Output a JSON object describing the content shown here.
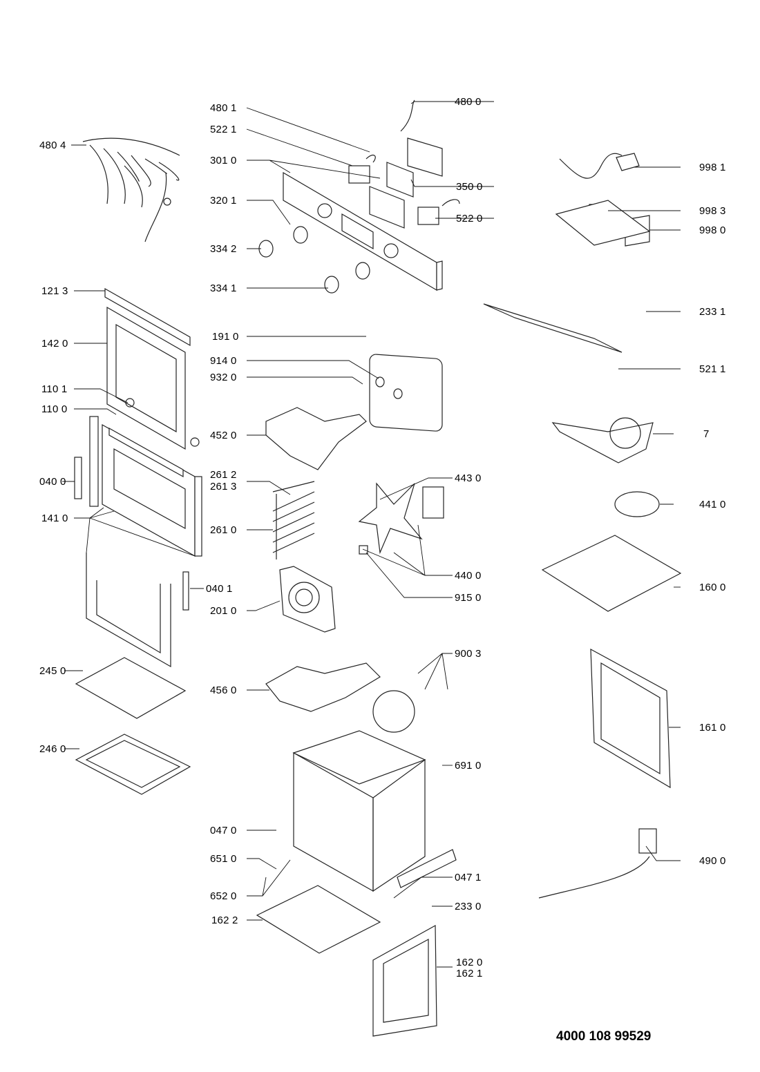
{
  "diagram": {
    "type": "exploded-parts-diagram",
    "subject": "built-in oven",
    "document_number": "4000 108 99529",
    "labels": [
      {
        "id": "l4801",
        "text": "480 1"
      },
      {
        "id": "l4800",
        "text": "480 0"
      },
      {
        "id": "l5221",
        "text": "522 1"
      },
      {
        "id": "l4804",
        "text": "480 4"
      },
      {
        "id": "l3010",
        "text": "301 0"
      },
      {
        "id": "l3500",
        "text": "350 0"
      },
      {
        "id": "l3201",
        "text": "320 1"
      },
      {
        "id": "l5220",
        "text": "522 0"
      },
      {
        "id": "l3342",
        "text": "334 2"
      },
      {
        "id": "l3341",
        "text": "334 1"
      },
      {
        "id": "l9981",
        "text": "998 1"
      },
      {
        "id": "l9983",
        "text": "998 3"
      },
      {
        "id": "l9980",
        "text": "998 0"
      },
      {
        "id": "l2331",
        "text": "233 1"
      },
      {
        "id": "l5211",
        "text": "521 1"
      },
      {
        "id": "l1213",
        "text": "121 3"
      },
      {
        "id": "l1420",
        "text": "142 0"
      },
      {
        "id": "l1910",
        "text": "191 0"
      },
      {
        "id": "l9140",
        "text": "914 0"
      },
      {
        "id": "l9320",
        "text": "932 0"
      },
      {
        "id": "l1101",
        "text": "110 1"
      },
      {
        "id": "l1100",
        "text": "110 0"
      },
      {
        "id": "l4520",
        "text": "452 0"
      },
      {
        "id": "l7",
        "text": "7"
      },
      {
        "id": "l0400",
        "text": "040 0"
      },
      {
        "id": "l2612",
        "text": "261 2"
      },
      {
        "id": "l2613",
        "text": "261 3"
      },
      {
        "id": "l4430",
        "text": "443 0"
      },
      {
        "id": "l4410",
        "text": "441 0"
      },
      {
        "id": "l1410",
        "text": "141 0"
      },
      {
        "id": "l2610",
        "text": "261 0"
      },
      {
        "id": "l4400",
        "text": "440 0"
      },
      {
        "id": "l0401",
        "text": "040 1"
      },
      {
        "id": "l2010",
        "text": "201 0"
      },
      {
        "id": "l9150",
        "text": "915 0"
      },
      {
        "id": "l1600",
        "text": "160 0"
      },
      {
        "id": "l9003",
        "text": "900 3"
      },
      {
        "id": "l2450",
        "text": "245 0"
      },
      {
        "id": "l4560",
        "text": "456 0"
      },
      {
        "id": "l1610",
        "text": "161 0"
      },
      {
        "id": "l2460",
        "text": "246 0"
      },
      {
        "id": "l6910",
        "text": "691 0"
      },
      {
        "id": "l0470",
        "text": "047 0"
      },
      {
        "id": "l6510",
        "text": "651 0"
      },
      {
        "id": "l4900",
        "text": "490 0"
      },
      {
        "id": "l6520",
        "text": "652 0"
      },
      {
        "id": "l0471",
        "text": "047 1"
      },
      {
        "id": "l2330",
        "text": "233 0"
      },
      {
        "id": "l1622",
        "text": "162 2"
      },
      {
        "id": "l1620",
        "text": "162 0"
      },
      {
        "id": "l1621",
        "text": "162 1"
      }
    ]
  }
}
